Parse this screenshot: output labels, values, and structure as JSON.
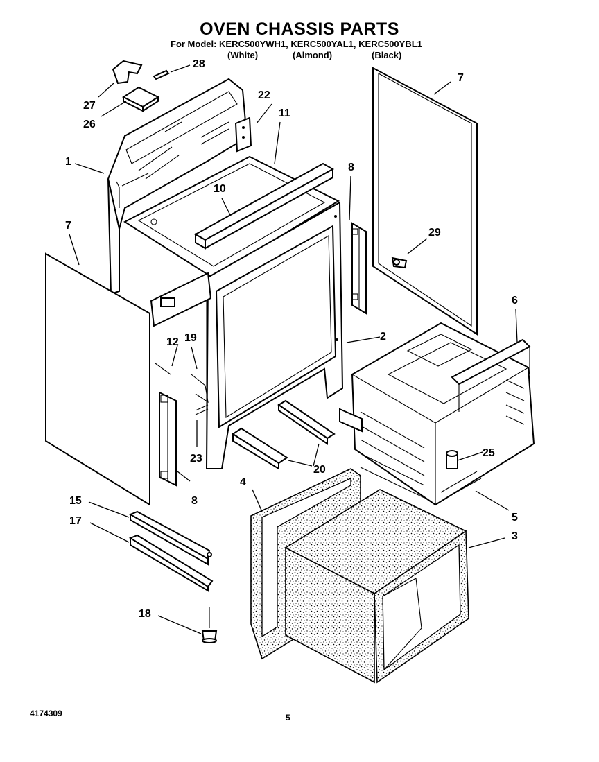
{
  "header": {
    "title": "OVEN CHASSIS PARTS",
    "models": "For Model: KERC500YWH1, KERC500YAL1, KERC500YBL1",
    "colors": [
      "(White)",
      "(Almond)",
      "(Black)"
    ]
  },
  "callouts": {
    "c1": "1",
    "c2": "2",
    "c3": "3",
    "c4": "4",
    "c5": "5",
    "c6": "6",
    "c7a": "7",
    "c7b": "7",
    "c8a": "8",
    "c8b": "8",
    "c10": "10",
    "c11": "11",
    "c12": "12",
    "c15": "15",
    "c17": "17",
    "c18": "18",
    "c19": "19",
    "c20": "20",
    "c22": "22",
    "c23": "23",
    "c25": "25",
    "c26": "26",
    "c27": "27",
    "c28": "28",
    "c29": "29"
  },
  "footer": {
    "doc_number": "4174309",
    "page_number": "5"
  }
}
